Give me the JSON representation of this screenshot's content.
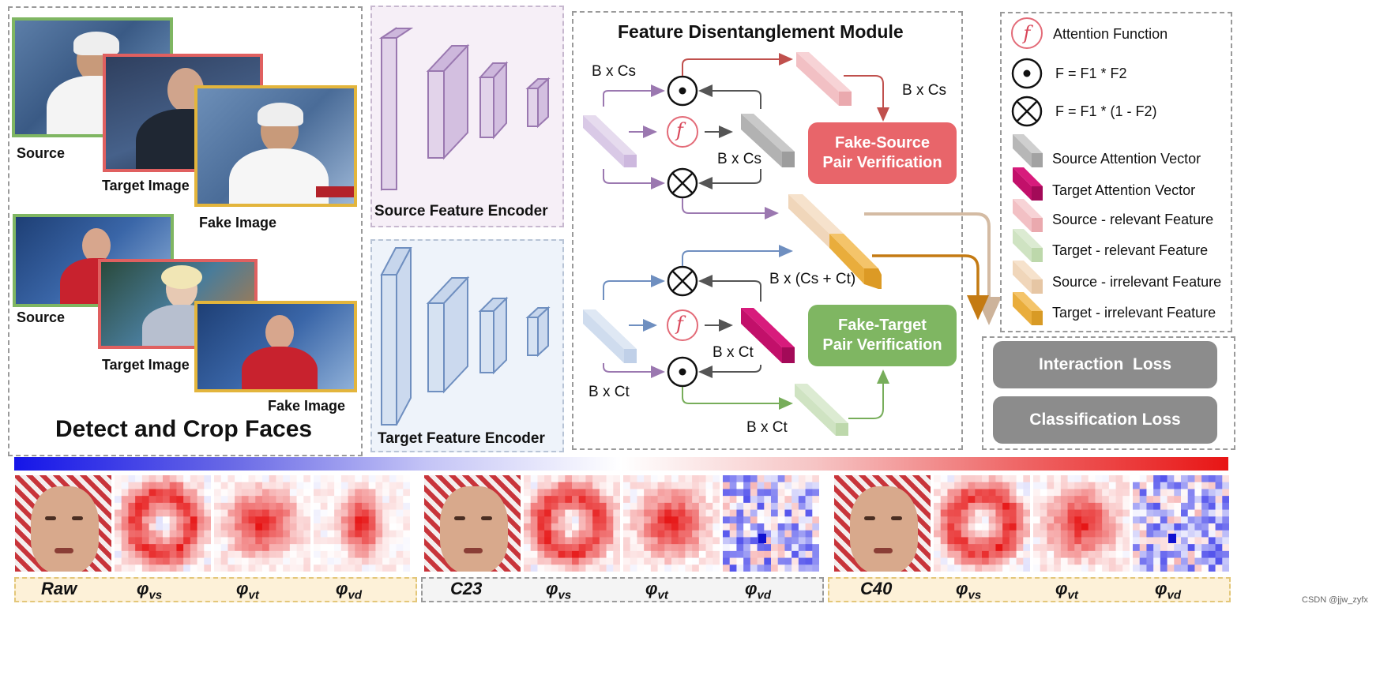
{
  "left_panel": {
    "title": "Detect and Crop Faces",
    "labels": {
      "source_1": "Source",
      "target_1": "Target Image",
      "fake_1": "Fake Image",
      "source_2": "Source",
      "target_2": "Target Image",
      "fake_2": "Fake Image"
    }
  },
  "encoders": {
    "source_title": "Source Feature Encoder",
    "target_title": "Target Feature Encoder"
  },
  "module": {
    "title": "Feature Disentanglement Module",
    "labels": {
      "bxcs_top_left": "B x Cs",
      "bxcs_top_right": "B x Cs",
      "bxcs_mid": "B x Cs",
      "bxcsct": "B x (Cs + Ct)",
      "bxct_mid": "B x Ct",
      "bxct_left": "B x Ct",
      "bxct_bottom": "B x Ct"
    },
    "fake_source_line1": "Fake-Source",
    "fake_source_line2": "Pair Verification",
    "fake_target_line1": "Fake-Target",
    "fake_target_line2": "Pair Verification",
    "f_symbol": "f"
  },
  "legend": {
    "items": [
      {
        "label": "Attention Function",
        "icon": "attention-function-icon"
      },
      {
        "label": "F = F1 * F2",
        "icon": "dot-product-icon"
      },
      {
        "label": "F = F1 * (1 - F2)",
        "icon": "cross-product-icon"
      },
      {
        "label": "Source Attention Vector",
        "icon": "gray-block-icon"
      },
      {
        "label": "Target Attention Vector",
        "icon": "magenta-block-icon"
      },
      {
        "label": "Source - relevant Feature",
        "icon": "pink-block-icon"
      },
      {
        "label": "Target - relevant Feature",
        "icon": "green-block-icon"
      },
      {
        "label": "Source - irrelevant Feature",
        "icon": "beige-block-icon"
      },
      {
        "label": "Target - irrelevant Feature",
        "icon": "orange-block-icon"
      }
    ]
  },
  "losses": {
    "interaction": "Interaction  Loss",
    "classification": "Classification Loss"
  },
  "heatmaps": {
    "groups": [
      {
        "name": "Raw",
        "caps": [
          "φvs",
          "φvt",
          "φvd"
        ]
      },
      {
        "name": "C23",
        "caps": [
          "φvs",
          "φvt",
          "φvd"
        ]
      },
      {
        "name": "C40",
        "caps": [
          "φvs",
          "φvt",
          "φvd"
        ]
      }
    ],
    "phi": "φ",
    "sub_vs": "vs",
    "sub_vt": "vt",
    "sub_vd": "vd"
  },
  "watermark": "CSDN @jjw_zyfx",
  "colors": {
    "fake_source": "#e8656a",
    "fake_target": "#7fb662",
    "loss": "#8c8c8c",
    "source_encoder_bg": "#f5eef7",
    "target_encoder_bg": "#eef3f9",
    "purple_arrow": "#9b78b0",
    "red_arrow": "#c0504d",
    "blue_arrow": "#6f8fc0",
    "green_arrow": "#77ad5a",
    "tan_arrow": "#d4bba3",
    "orange_arrow": "#c47a12"
  }
}
